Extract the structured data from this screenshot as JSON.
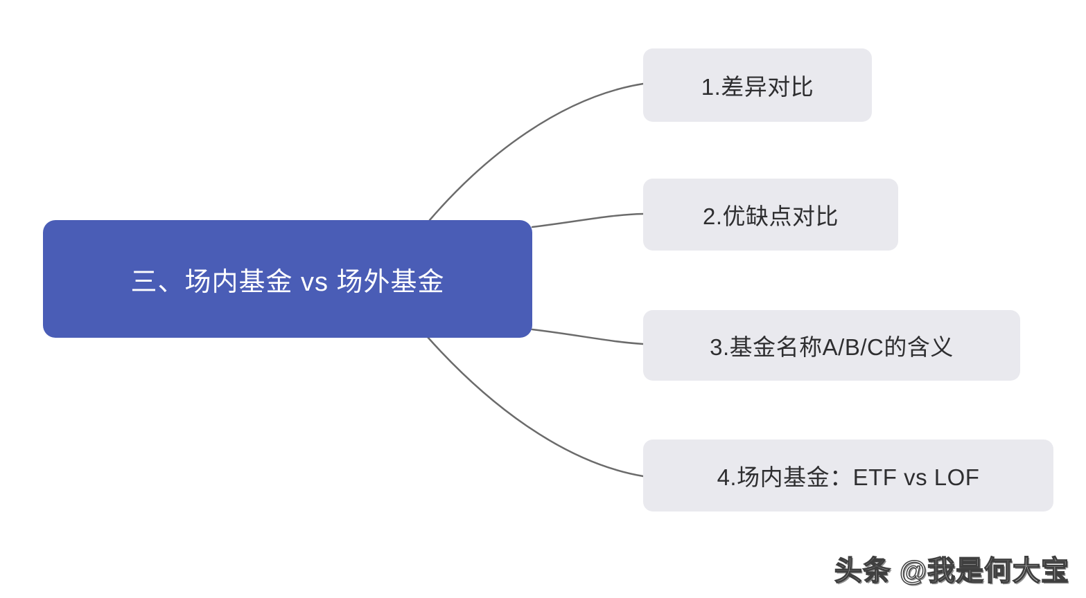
{
  "diagram": {
    "type": "mindmap",
    "root": {
      "label": "三、场内基金 vs 场外基金",
      "bg_color": "#4a5db6",
      "text_color": "#ffffff"
    },
    "branches": [
      {
        "label": "1.差异对比"
      },
      {
        "label": "2.优缺点对比"
      },
      {
        "label": "3.基金名称A/B/C的含义"
      },
      {
        "label": "4.场内基金：ETF vs LOF"
      }
    ],
    "branch_bg_color": "#e9e9ee",
    "branch_text_color": "#2e2e30",
    "connector_color": "#6b6b6b"
  },
  "watermark": {
    "text": "头条 @我是何大宝"
  }
}
